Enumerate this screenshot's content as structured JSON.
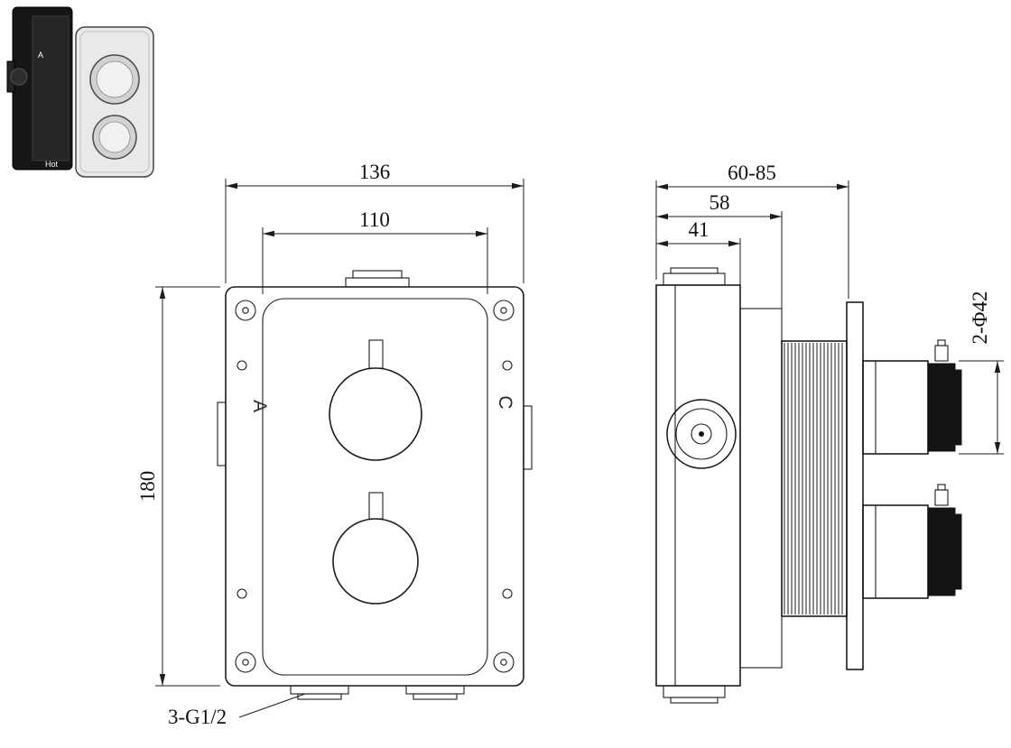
{
  "drawing": {
    "front": {
      "dim_outer": "136",
      "dim_inner": "110",
      "dim_height": "180",
      "thread_callout": "3-G1/2",
      "label_a": "A",
      "label_c": "C"
    },
    "side": {
      "dim_total": "60-85",
      "dim_mid": "58",
      "dim_body": "41",
      "dim_outlets": "2-Φ42"
    },
    "photo": {
      "label_a": "A",
      "label_hot": "Hot"
    },
    "colors": {
      "line": "#1c1c1c",
      "background": "#ffffff",
      "photo_black": "#161616",
      "photo_chrome": "#e9e9e9"
    }
  }
}
